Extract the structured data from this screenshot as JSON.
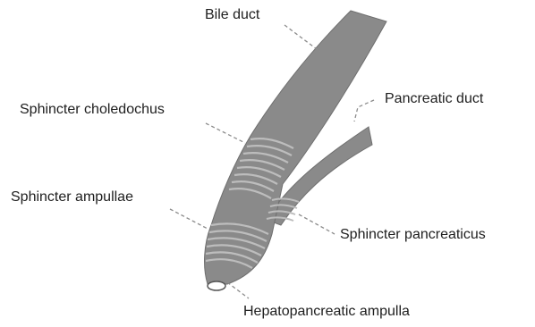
{
  "labels": {
    "bile_duct": "Bile duct",
    "pancreatic_duct": "Pancreatic duct",
    "sphincter_choledochus": "Sphincter choledochus",
    "sphincter_ampullae": "Sphincter ampullae",
    "sphincter_pancreaticus": "Sphincter pancreaticus",
    "hepatopancreatic_ampulla": "Hepatopancreatic ampulla"
  },
  "colors": {
    "duct_fill": "#8a8a8a",
    "duct_shade": "#6f6f6f",
    "muscle_ring": "#bdbdbd",
    "leader_line": "#8c8c8c",
    "text": "#1e1e1e"
  }
}
